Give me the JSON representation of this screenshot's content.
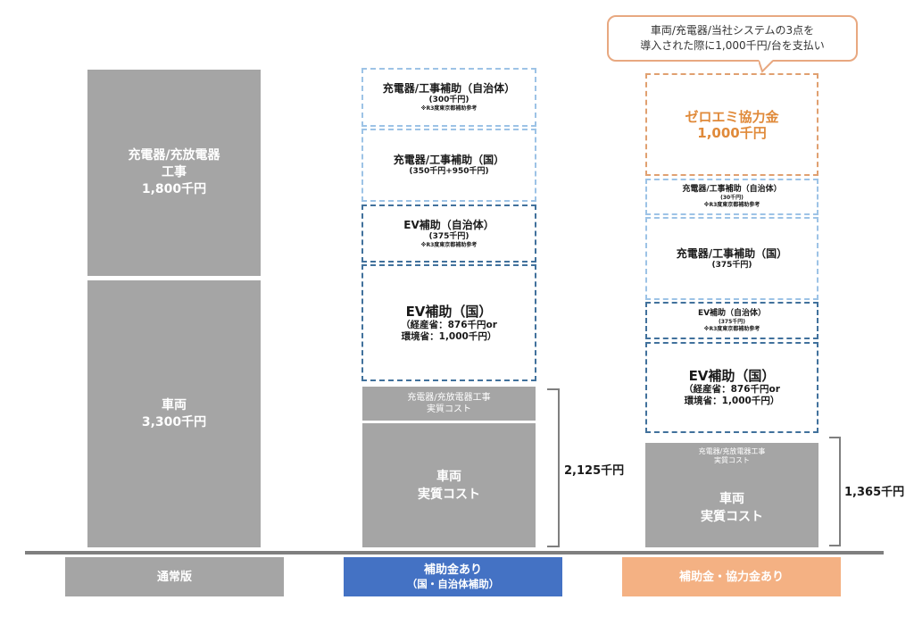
{
  "columns": [
    {
      "label": "通常版",
      "label_color": "#a5a5a5",
      "blocks": {
        "charger": {
          "line1": "充電器/充放電器",
          "line2": "工事",
          "value": "1,800千円"
        },
        "vehicle": {
          "line1": "車両",
          "value": "3,300千円"
        }
      }
    },
    {
      "label_line1": "補助金あり",
      "label_line2": "（国・自治体補助）",
      "label_color": "#4472c4",
      "subsidies": [
        {
          "title": "充電器/工事補助（自治体）",
          "amount": "(300千円)",
          "note": "※R3度東京都補助参考"
        },
        {
          "title": "充電器/工事補助（国）",
          "amount": "(350千円+950千円)"
        },
        {
          "title": "EV補助（自治体）",
          "amount": "(375千円)",
          "note": "※R3度東京都補助参考"
        },
        {
          "title": "EV補助（国）",
          "amount_line1": "（経産省：876千円or",
          "amount_line2": "環境省：1,000千円）"
        }
      ],
      "real_costs": {
        "charger": {
          "line1": "充電器/充放電器工事",
          "line2": "実質コスト"
        },
        "vehicle": {
          "line1": "車両",
          "line2": "実質コスト"
        }
      },
      "total": "2,125千円"
    },
    {
      "label": "補助金・協力金あり",
      "label_color": "#f4b183",
      "callout": {
        "line1": "車両/充電器/当社システムの3点を",
        "line2": "導入された際に1,000千円/台を支払い"
      },
      "cooperation": {
        "title": "ゼロエミ協力金",
        "amount": "1,000千円",
        "color": "#e08a3a"
      },
      "subsidies": [
        {
          "title": "充電器/工事補助（自治体）",
          "amount": "(30千円)",
          "note": "※R3度東京都補助参考"
        },
        {
          "title": "充電器/工事補助（国）",
          "amount": "(375千円)"
        },
        {
          "title": "EV補助（自治体）",
          "amount": "(375千円)",
          "note": "※R3度東京都補助参考"
        },
        {
          "title": "EV補助（国）",
          "amount_line1": "（経産省：876千円or",
          "amount_line2": "環境省：1,000千円）"
        }
      ],
      "real_costs": {
        "charger": {
          "line1": "充電器/充放電器工事",
          "line2": "実質コスト"
        },
        "vehicle": {
          "line1": "車両",
          "line2": "実質コスト"
        }
      },
      "total": "1,365千円"
    }
  ]
}
